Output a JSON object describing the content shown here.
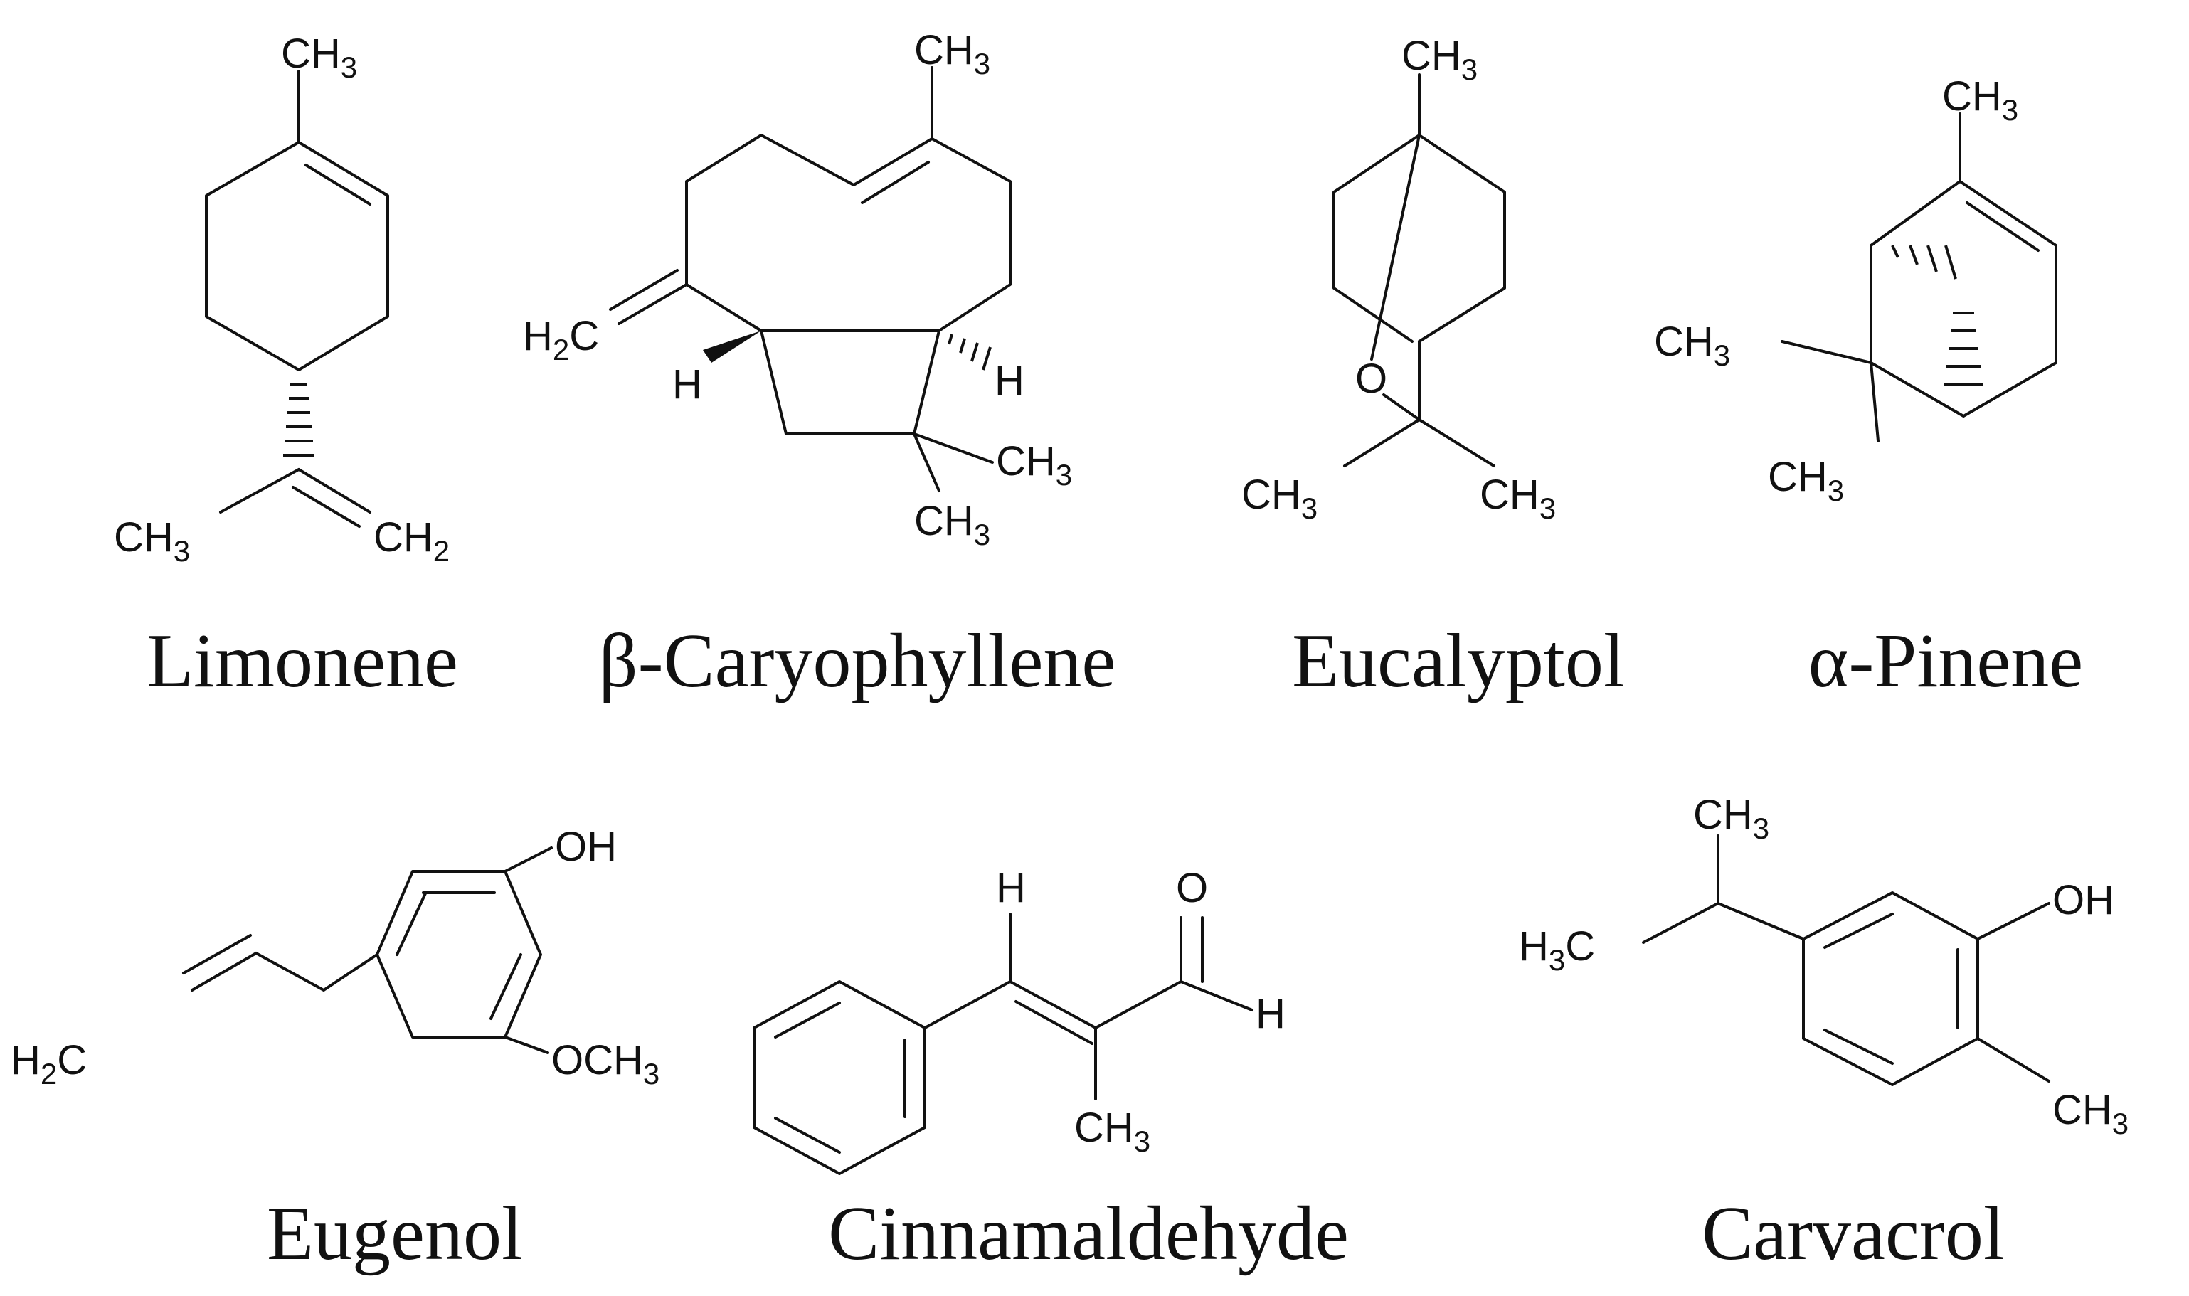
{
  "molecules": {
    "limonene": {
      "name": "Limonene",
      "atoms": {
        "ch3_top": {
          "t": "CH",
          "s": "3"
        },
        "ch3_left": {
          "t": "CH",
          "s": "3"
        },
        "ch2_right": {
          "t": "CH",
          "s": "2"
        }
      }
    },
    "caryophyllene": {
      "name": "β-Caryophyllene",
      "atoms": {
        "ch3_top": {
          "t": "CH",
          "s": "3"
        },
        "h2c": {
          "t": "H",
          "s": "2",
          "t2": "C"
        },
        "h_left": "H",
        "h_right": "H",
        "ch3_a": {
          "t": "CH",
          "s": "3"
        },
        "ch3_b": {
          "t": "CH",
          "s": "3"
        }
      }
    },
    "eucalyptol": {
      "name": "Eucalyptol",
      "atoms": {
        "ch3_top": {
          "t": "CH",
          "s": "3"
        },
        "o": "O",
        "ch3_left": {
          "t": "CH",
          "s": "3"
        },
        "ch3_right": {
          "t": "CH",
          "s": "3"
        }
      }
    },
    "pinene": {
      "name": "α-Pinene",
      "atoms": {
        "ch3_top": {
          "t": "CH",
          "s": "3"
        },
        "ch3_a": {
          "t": "CH",
          "s": "3"
        },
        "ch3_b": {
          "t": "CH",
          "s": "3"
        }
      }
    },
    "eugenol": {
      "name": "Eugenol",
      "atoms": {
        "oh": "OH",
        "h2c": {
          "t": "H",
          "s": "2",
          "t2": "C"
        },
        "och3": {
          "t": "OCH",
          "s": "3"
        }
      }
    },
    "cinnamaldehyde": {
      "name": "Cinnamaldehyde",
      "atoms": {
        "h_top": "H",
        "o": "O",
        "h_right": "H",
        "ch3": {
          "t": "CH",
          "s": "3"
        }
      }
    },
    "carvacrol": {
      "name": "Carvacrol",
      "atoms": {
        "ch3_top": {
          "t": "CH",
          "s": "3"
        },
        "h3c": {
          "t": "H",
          "s": "3",
          "t2": "C"
        },
        "oh": "OH",
        "ch3_right": {
          "t": "CH",
          "s": "3"
        }
      }
    }
  }
}
